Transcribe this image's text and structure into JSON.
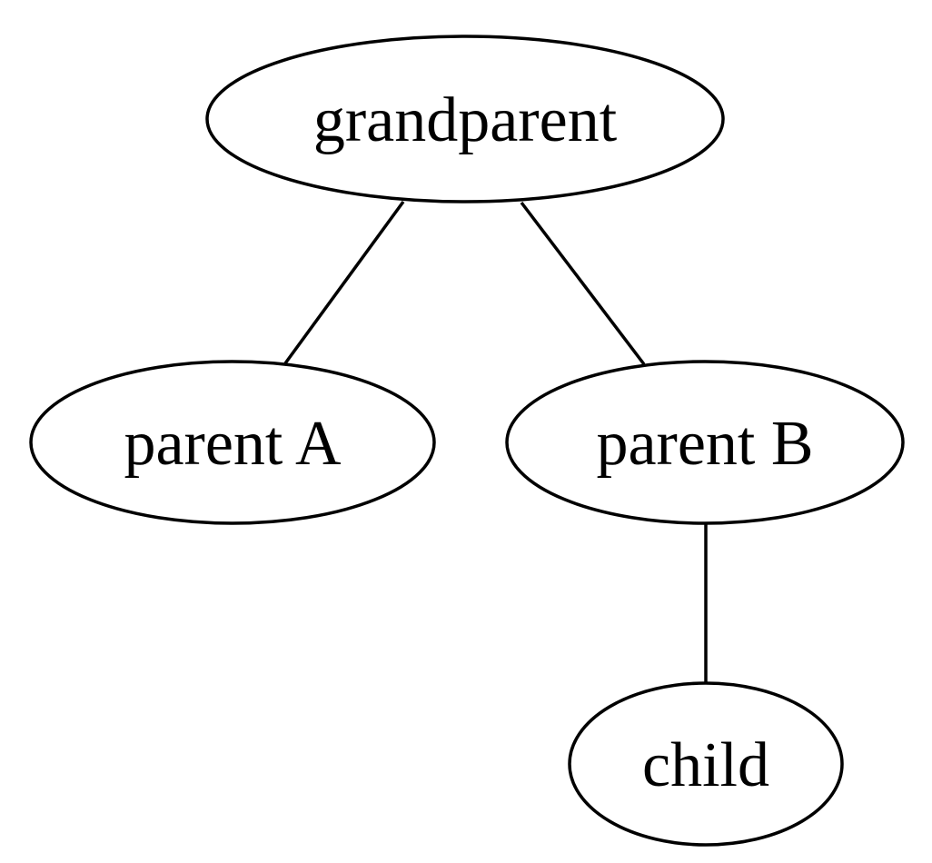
{
  "diagram": {
    "title": "family-tree-graph",
    "background_color": "#ffffff",
    "node_fill_color": "#ffffff",
    "node_stroke_color": "#000000",
    "edge_color": "#000000",
    "text_color": "#000000",
    "nodes": [
      {
        "id": "grandparent",
        "label": "grandparent"
      },
      {
        "id": "parent-a",
        "label": "parent A"
      },
      {
        "id": "parent-b",
        "label": "parent B"
      },
      {
        "id": "child",
        "label": "child"
      }
    ],
    "edges": [
      {
        "from": "grandparent",
        "to": "parent-a"
      },
      {
        "from": "grandparent",
        "to": "parent-b"
      },
      {
        "from": "parent-b",
        "to": "child"
      }
    ]
  }
}
